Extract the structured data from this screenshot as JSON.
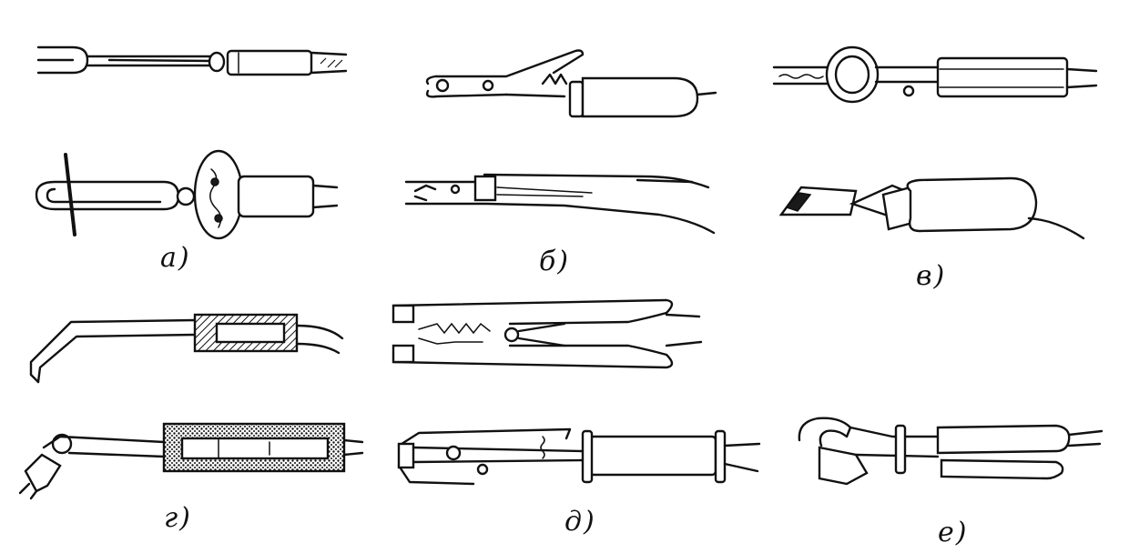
{
  "figure": {
    "labels": {
      "a": "а)",
      "b": "б)",
      "v": "в)",
      "g": "г)",
      "d": "д)",
      "e": "е)"
    }
  }
}
